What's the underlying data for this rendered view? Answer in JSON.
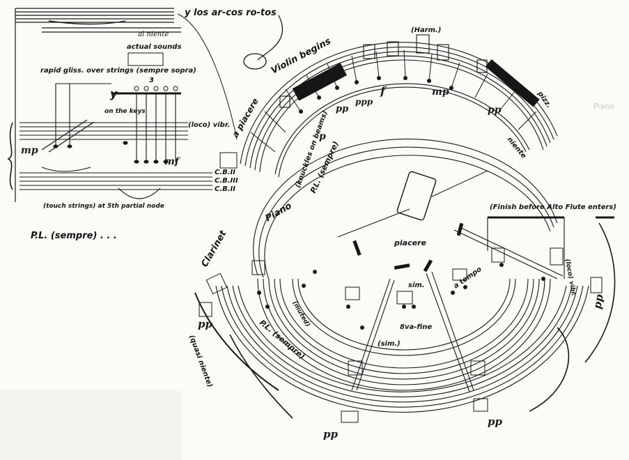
{
  "score": {
    "top_left": {
      "header_direction": "y los ar-cos ro-tos",
      "gliss_instruction": "rapid gliss. over strings (sempre sopra)",
      "al_niente": "al niente",
      "actual_sounds": "actual sounds",
      "on_the_keys": "on the keys",
      "breath": "y",
      "triplet": "3",
      "loco_vibr": "(loco) vibr.",
      "dyn_mp": "mp",
      "dyn_mf": "mf",
      "cb_labels": [
        "C.B.II",
        "C.B.III",
        "C.B.II"
      ],
      "pedal_note": "(touch strings) at 5th partial node",
      "pl_sempre": "P.L. (sempre) . . ."
    },
    "violin_arc": {
      "violin_begins": "Violin begins",
      "a_piacere": "a piacere",
      "knuckles": "(knuckles on beams)",
      "pl_sempre": "P.L. (sempre)",
      "dyn_p": "p",
      "dyn_pp": "pp",
      "dyn_ppp": "ppp",
      "dyn_f": "f",
      "dyn_mp": "mp",
      "dyn_pp2": "pp",
      "pizz": "pizz.",
      "harmonics_tag": "(Harm.)",
      "niente": "niente"
    },
    "center": {
      "finish_before": "(Finish before Alto Flute enters)",
      "piano_label": "Piano",
      "clarinet_label": "Clarinet",
      "piacere": "piacere",
      "sim": "sim.",
      "a_tempo": "a tempo",
      "loco_vibr": "(loco) vibr.",
      "pl_sempre": "P.L. (sempre)",
      "mute_label": "(muted)",
      "ecco": "8va-fine",
      "ce_simile": "(sim.)",
      "dyn_pp_right": "pp",
      "dyn_pp_bottom": "pp",
      "dyn_pp_left": "pp",
      "dyn_pp_bottom_right": "pp",
      "quasi_niente": "(quasi niente)",
      "piano_margin": "Piano"
    }
  }
}
